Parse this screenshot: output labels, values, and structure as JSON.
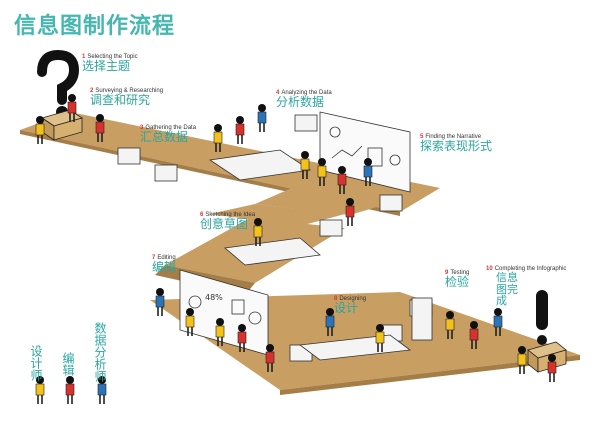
{
  "title": "信息图制作流程",
  "steps": [
    {
      "num": "1",
      "en": "Selecting the Topic",
      "zh": "选择主题"
    },
    {
      "num": "2",
      "en": "Surveying & Researching",
      "zh": "调查和研究"
    },
    {
      "num": "3",
      "en": "Gathering the Data",
      "zh": "汇总数据"
    },
    {
      "num": "4",
      "en": "Analyzing the Data",
      "zh": "分析数据"
    },
    {
      "num": "5",
      "en": "Finding the Narrative",
      "zh": "探索表现形式"
    },
    {
      "num": "6",
      "en": "Sketching the Idea",
      "zh": "创意草图"
    },
    {
      "num": "7",
      "en": "Editing",
      "zh": "编辑"
    },
    {
      "num": "8",
      "en": "Designing",
      "zh": "设计"
    },
    {
      "num": "9",
      "en": "Testing",
      "zh": "检验"
    },
    {
      "num": "10",
      "en": "Completing the Infographic",
      "zh": "信息图完成"
    }
  ],
  "legend": [
    {
      "label": "设计师",
      "color": "#f2c21b"
    },
    {
      "label": "编辑",
      "color": "#d8322f"
    },
    {
      "label": "数据分析师",
      "color": "#2c74b8"
    }
  ],
  "colors": {
    "floor": "#c89e63",
    "accent": "#2aa6a0",
    "number": "#d33333"
  }
}
